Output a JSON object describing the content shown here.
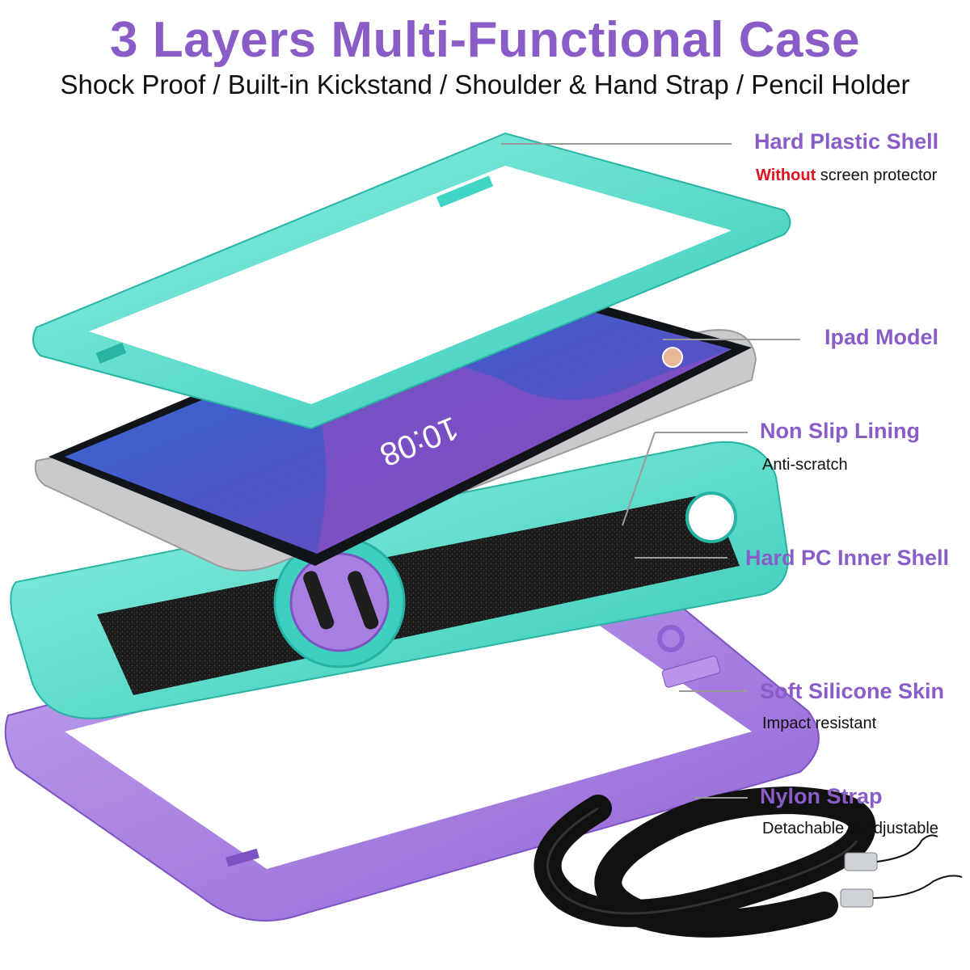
{
  "header": {
    "title": "3 Layers Multi-Functional Case",
    "subtitle": "Shock Proof / Built-in Kickstand / Shoulder & Hand Strap / Pencil Holder"
  },
  "callouts": {
    "hard_plastic_shell": {
      "title": "Hard Plastic Shell",
      "note_highlight": "Without",
      "note_rest": "screen protector"
    },
    "ipad_model": {
      "title": "Ipad Model"
    },
    "non_slip_lining": {
      "title": "Non Slip Lining",
      "note": "Anti-scratch"
    },
    "hard_pc_inner_shell": {
      "title": "Hard PC Inner Shell"
    },
    "soft_silicone_skin": {
      "title": "Soft Silicone Skin",
      "note": "Impact resistant"
    },
    "nylon_strap": {
      "title": "Nylon Strap",
      "note": "Detachable & Adjustable"
    }
  },
  "tablet_screen": {
    "clock": "10:08"
  },
  "colors": {
    "accent_purple": "#8a5cc8",
    "warning_red": "#e0121b",
    "shell_mint": "#5fe0cf",
    "skin_lavender": "#a77fe0",
    "strap_black": "#111111"
  }
}
